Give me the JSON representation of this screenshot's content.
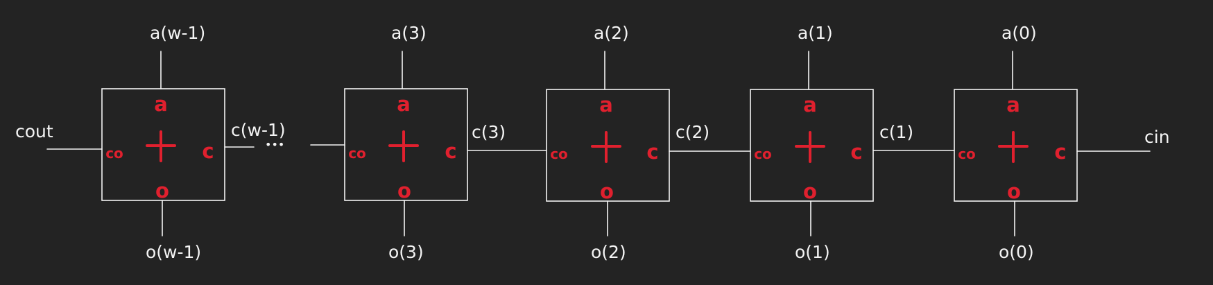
{
  "colors": {
    "background": "#232323",
    "stroke": "#f4f4f4",
    "accent": "#e0202e"
  },
  "cells": [
    {
      "top_label": "a(w-1)",
      "bottom_label": "o(w-1)",
      "pin_a": "a",
      "pin_o": "o",
      "pin_co": "co",
      "pin_c": "c",
      "op": "+"
    },
    {
      "top_label": "a(3)",
      "bottom_label": "o(3)",
      "pin_a": "a",
      "pin_o": "o",
      "pin_co": "co",
      "pin_c": "c",
      "op": "+"
    },
    {
      "top_label": "a(2)",
      "bottom_label": "o(2)",
      "pin_a": "a",
      "pin_o": "o",
      "pin_co": "co",
      "pin_c": "c",
      "op": "+"
    },
    {
      "top_label": "a(1)",
      "bottom_label": "o(1)",
      "pin_a": "a",
      "pin_o": "o",
      "pin_co": "co",
      "pin_c": "c",
      "op": "+"
    },
    {
      "top_label": "a(0)",
      "bottom_label": "o(0)",
      "pin_a": "a",
      "pin_o": "o",
      "pin_co": "co",
      "pin_c": "c",
      "op": "+"
    }
  ],
  "carries": {
    "c_w1": "c(w-1)",
    "c3": "c(3)",
    "c2": "c(2)",
    "c1": "c(1)"
  },
  "ends": {
    "cout": "cout",
    "cin": "cin"
  },
  "ellipsis": "•••"
}
